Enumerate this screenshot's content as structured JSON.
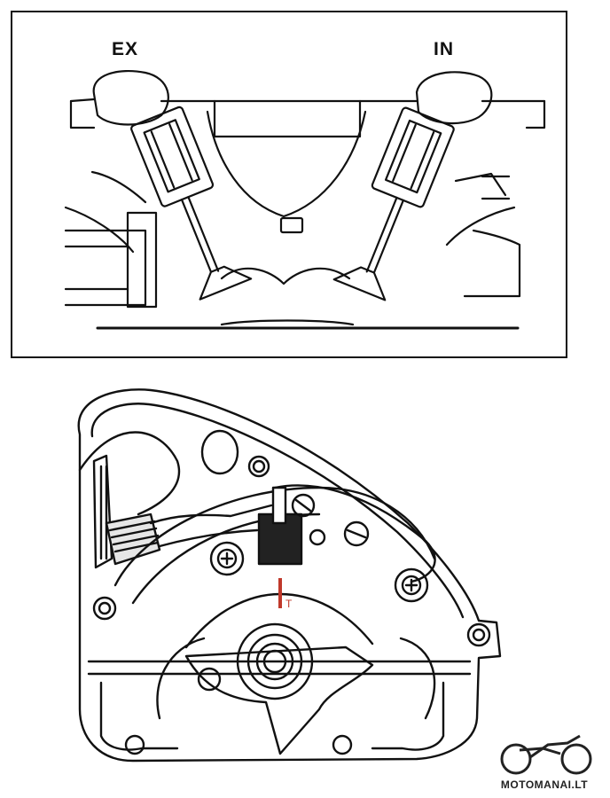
{
  "labels": {
    "exhaust": "EX",
    "intake": "IN",
    "timing_mark": "T"
  },
  "colors": {
    "line": "#111111",
    "timing_mark": "#c0392b",
    "background": "#ffffff"
  },
  "logo": {
    "text": "MOTOMANAI.LT",
    "icon": "motorcycle-icon"
  }
}
